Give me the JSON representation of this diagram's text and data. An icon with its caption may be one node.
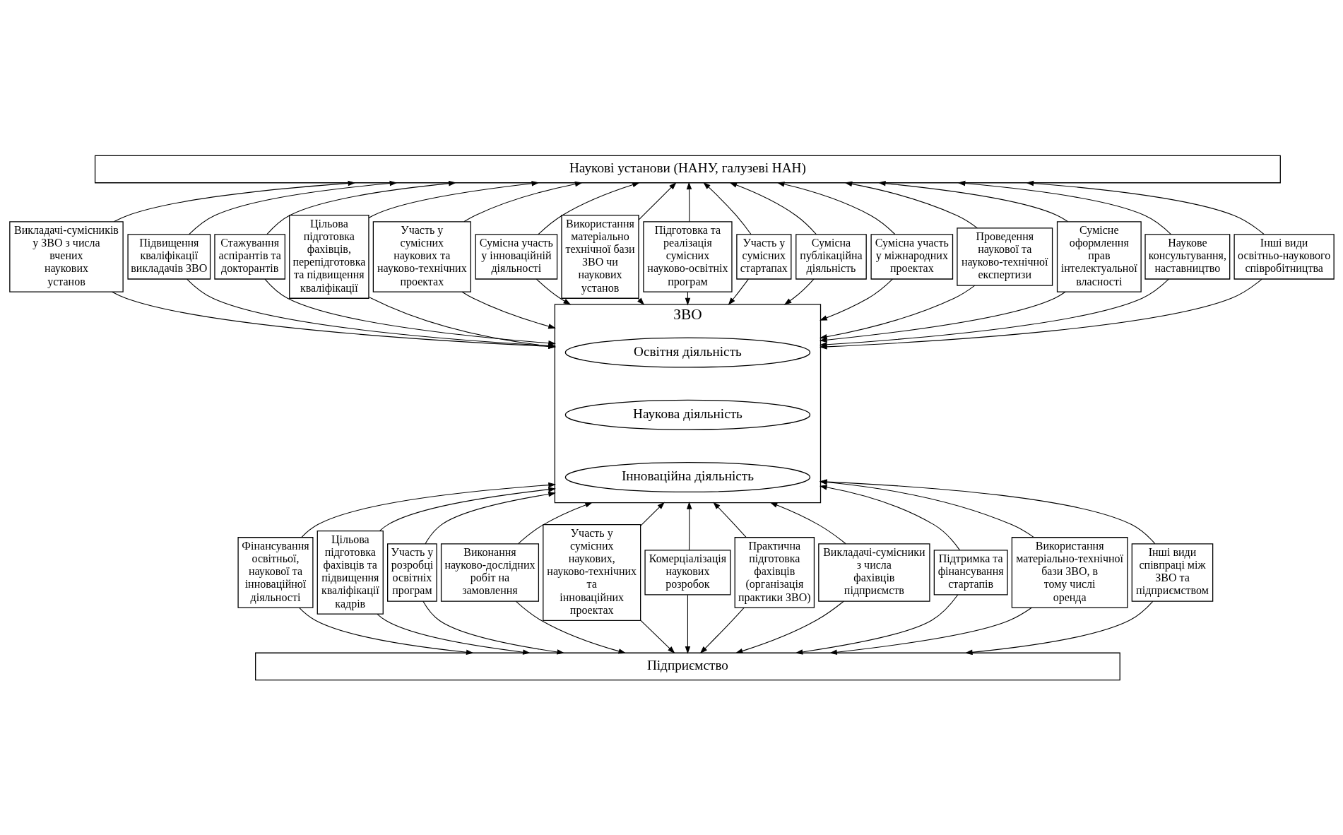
{
  "diagram": {
    "nodes": [
      {
        "text": [
          "Наукові установи (НАНУ, галузеві НАН)"
        ]
      },
      {
        "text": [
          "Викладачі-сумісників у ЗВО з числа вчених наукових установ"
        ]
      },
      {
        "text": [
          "Підвищення кваліфікації викладачів ЗВО"
        ]
      },
      {
        "text": [
          "Стажування аспірантів та докторантів"
        ]
      },
      {
        "text": [
          "Цільова підготовка фахівців, перепідготовка та підвищення кваліфікації"
        ]
      },
      {
        "text": [
          "Участь у сумісних наукових та науково-технічних проектах"
        ]
      },
      {
        "text": [
          "Сумісна участь у інноваційній діяльності"
        ]
      },
      {
        "text": [
          "Використання матеріально технічної бази ЗВО чи наукових установ"
        ]
      },
      {
        "text": [
          "Підготовка та реалізація сумісних науково-освітніх програм"
        ]
      },
      {
        "text": [
          "Участь у сумісних стартапах"
        ]
      },
      {
        "text": [
          "Сумісна публікаційна діяльність"
        ]
      },
      {
        "text": [
          "Сумісна участь у міжнародних проектах"
        ]
      },
      {
        "text": [
          "Проведення наукової та науково-технічної експертизи"
        ]
      },
      {
        "text": [
          "Сумісне оформлення прав інтелектуальної власності"
        ]
      },
      {
        "text": [
          "Наукове консультування, наставництво"
        ]
      },
      {
        "text": [
          "Інші види освітньо-наукового співробітництва"
        ]
      },
      {
        "text": [
          "ЗВО"
        ]
      },
      {
        "text": [
          "Освітня діяльність"
        ],
        "in": 16
      },
      {
        "text": [
          "Наукова діяльність"
        ],
        "in": 16
      },
      {
        "text": [
          "Інноваційна діяльність"
        ],
        "in": 16
      },
      {
        "text": [
          "Фінансування освітньої, наукової та інноваційної діяльності"
        ]
      },
      {
        "text": [
          "Цільова підготовка фахівців та підвищення кваліфікації кадрів"
        ]
      },
      {
        "text": [
          "Участь у розробці освітніх програм"
        ]
      },
      {
        "text": [
          "Виконання науково-дослідних робіт на замовлення"
        ]
      },
      {
        "text": [
          "Участь у сумісних наукових, науково-технічних та інноваційних проектах"
        ]
      },
      {
        "text": [
          "Комерціалізація наукових розробок"
        ]
      },
      {
        "text": [
          "Практична підготовка фахівців (організація практики ЗВО)"
        ]
      },
      {
        "text": [
          "Викладачі-сумісники з числа фахівців підприємств"
        ]
      },
      {
        "text": [
          "Підтримка та фінансування стартапів"
        ]
      },
      {
        "text": [
          "Використання матеріально-технічної бази ЗВО, в тому числі оренда"
        ]
      },
      {
        "text": [
          "Інші види співпраці між ЗВО та підприємством"
        ]
      },
      {
        "text": [
          "Підприємство"
        ]
      }
    ],
    "edges": [
      {
        "from": 1,
        "to": 0,
        "arrow": "to"
      },
      {
        "from": 2,
        "to": 0,
        "arrow": "to"
      },
      {
        "from": 3,
        "to": 0,
        "arrow": "to"
      },
      {
        "from": 4,
        "to": 0,
        "arrow": "to"
      },
      {
        "from": 5,
        "to": 0,
        "arrow": "to"
      },
      {
        "from": 6,
        "to": 0,
        "arrow": "to"
      },
      {
        "from": 7,
        "to": 0,
        "arrow": "to"
      },
      {
        "from": 8,
        "to": 0,
        "arrow": "to"
      },
      {
        "from": 9,
        "to": 0,
        "arrow": "to"
      },
      {
        "from": 10,
        "to": 0,
        "arrow": "to"
      },
      {
        "from": 11,
        "to": 0,
        "arrow": "to"
      },
      {
        "from": 12,
        "to": 0,
        "arrow": "to"
      },
      {
        "from": 13,
        "to": 0,
        "arrow": "to"
      },
      {
        "from": 14,
        "to": 0,
        "arrow": "to"
      },
      {
        "from": 15,
        "to": 0,
        "arrow": "to"
      },
      {
        "from": 1,
        "to": 16,
        "arrow": "to"
      },
      {
        "from": 2,
        "to": 16,
        "arrow": "to"
      },
      {
        "from": 3,
        "to": 16,
        "arrow": "to"
      },
      {
        "from": 4,
        "to": 16,
        "arrow": "to"
      },
      {
        "from": 5,
        "to": 16,
        "arrow": "to"
      },
      {
        "from": 6,
        "to": 16,
        "arrow": "to"
      },
      {
        "from": 7,
        "to": 16,
        "arrow": "to"
      },
      {
        "from": 8,
        "to": 16,
        "arrow": "to"
      },
      {
        "from": 9,
        "to": 16,
        "arrow": "to"
      },
      {
        "from": 10,
        "to": 16,
        "arrow": "to"
      },
      {
        "from": 11,
        "to": 16,
        "arrow": "to"
      },
      {
        "from": 12,
        "to": 16,
        "arrow": "to"
      },
      {
        "from": 13,
        "to": 16,
        "arrow": "to"
      },
      {
        "from": 14,
        "to": 16,
        "arrow": "to"
      },
      {
        "from": 15,
        "to": 16,
        "arrow": "to"
      },
      {
        "from": 20,
        "to": 16,
        "arrow": "to"
      },
      {
        "from": 21,
        "to": 16,
        "arrow": "to"
      },
      {
        "from": 22,
        "to": 16,
        "arrow": "to"
      },
      {
        "from": 23,
        "to": 16,
        "arrow": "to"
      },
      {
        "from": 24,
        "to": 16,
        "arrow": "to"
      },
      {
        "from": 25,
        "to": 16,
        "arrow": "to"
      },
      {
        "from": 26,
        "to": 16,
        "arrow": "to"
      },
      {
        "from": 27,
        "to": 16,
        "arrow": "to"
      },
      {
        "from": 28,
        "to": 16,
        "arrow": "to"
      },
      {
        "from": 29,
        "to": 16,
        "arrow": "to"
      },
      {
        "from": 30,
        "to": 16,
        "arrow": "to"
      },
      {
        "from": 20,
        "to": 31,
        "arrow": "to"
      },
      {
        "from": 21,
        "to": 31,
        "arrow": "to"
      },
      {
        "from": 22,
        "to": 31,
        "arrow": "to"
      },
      {
        "from": 23,
        "to": 31,
        "arrow": "to"
      },
      {
        "from": 24,
        "to": 31,
        "arrow": "to"
      },
      {
        "from": 25,
        "to": 31,
        "arrow": "to"
      },
      {
        "from": 26,
        "to": 31,
        "arrow": "to"
      },
      {
        "from": 27,
        "to": 31,
        "arrow": "to"
      },
      {
        "from": 28,
        "to": 31,
        "arrow": "to"
      },
      {
        "from": 29,
        "to": 31,
        "arrow": "to"
      },
      {
        "from": 30,
        "to": 31,
        "arrow": "to"
      }
    ]
  }
}
